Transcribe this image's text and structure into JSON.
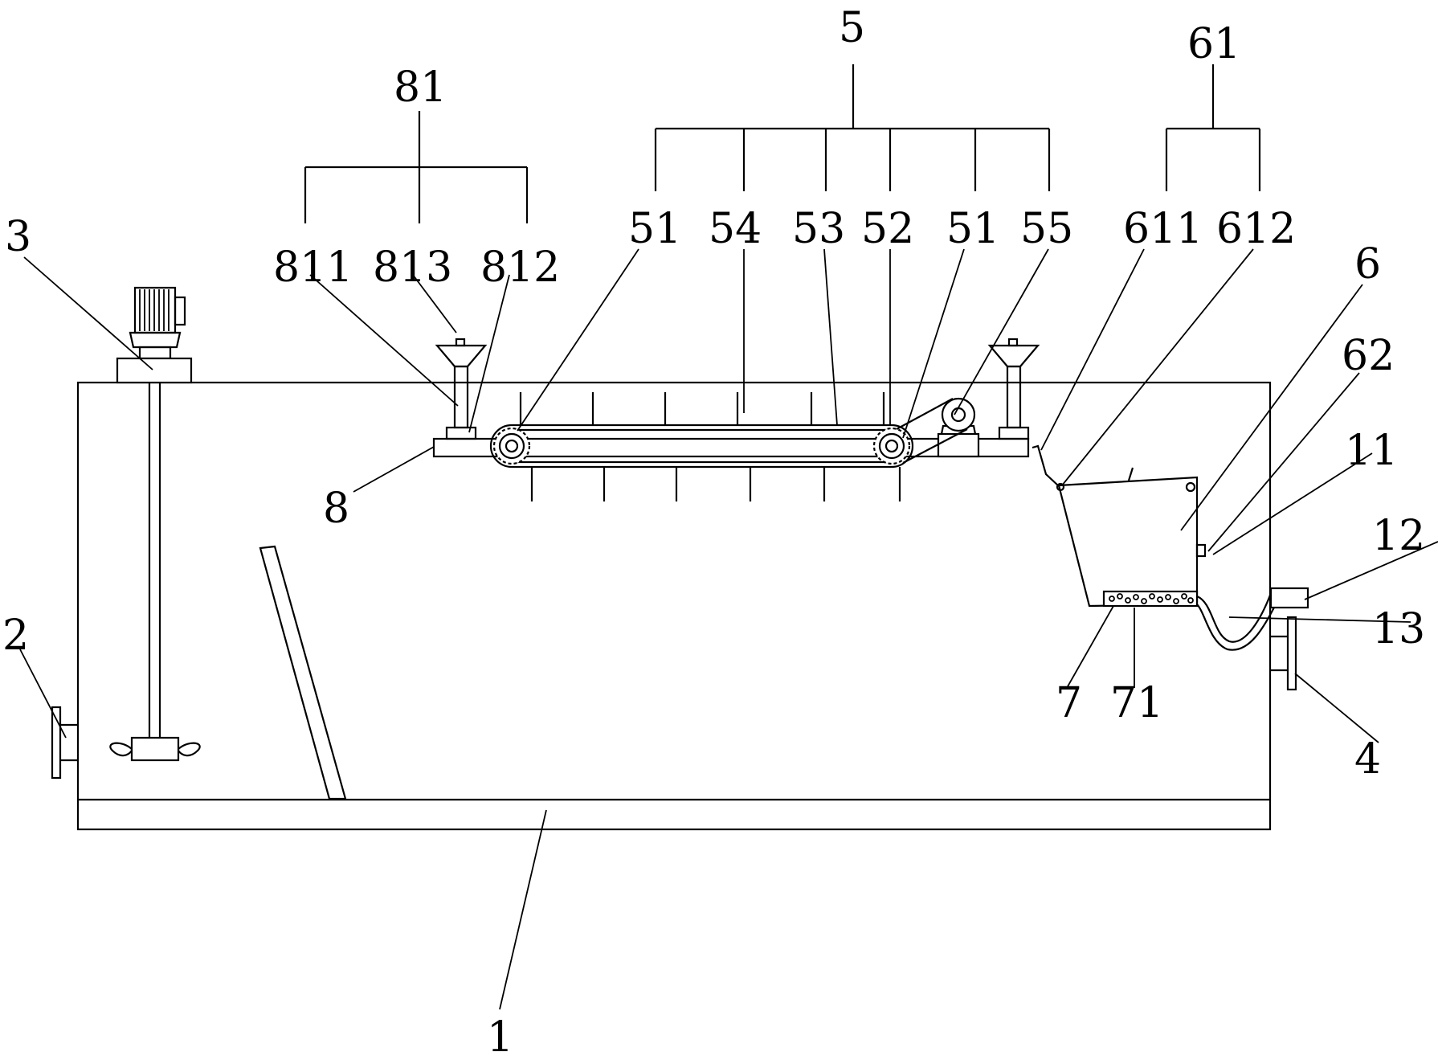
{
  "labels": {
    "l1": "1",
    "l2": "2",
    "l3": "3",
    "l4": "4",
    "l5": "5",
    "l51a": "51",
    "l54": "54",
    "l53": "53",
    "l52": "52",
    "l51b": "51",
    "l55": "55",
    "l6": "6",
    "l61": "61",
    "l611": "611",
    "l612": "612",
    "l62": "62",
    "l7": "7",
    "l71": "71",
    "l8": "8",
    "l81": "81",
    "l811": "811",
    "l813": "813",
    "l812": "812",
    "l11": "11",
    "l12": "12",
    "l13": "13"
  }
}
